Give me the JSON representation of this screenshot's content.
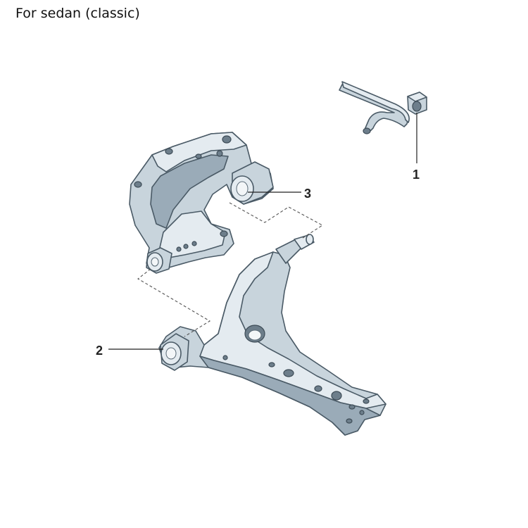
{
  "caption": "For sedan (classic)",
  "callouts": {
    "c1": "1",
    "c2": "2",
    "c3": "3"
  },
  "colors": {
    "part_fill": "#c8d4dc",
    "part_outline": "#4a5a66",
    "leader": "#222222"
  }
}
